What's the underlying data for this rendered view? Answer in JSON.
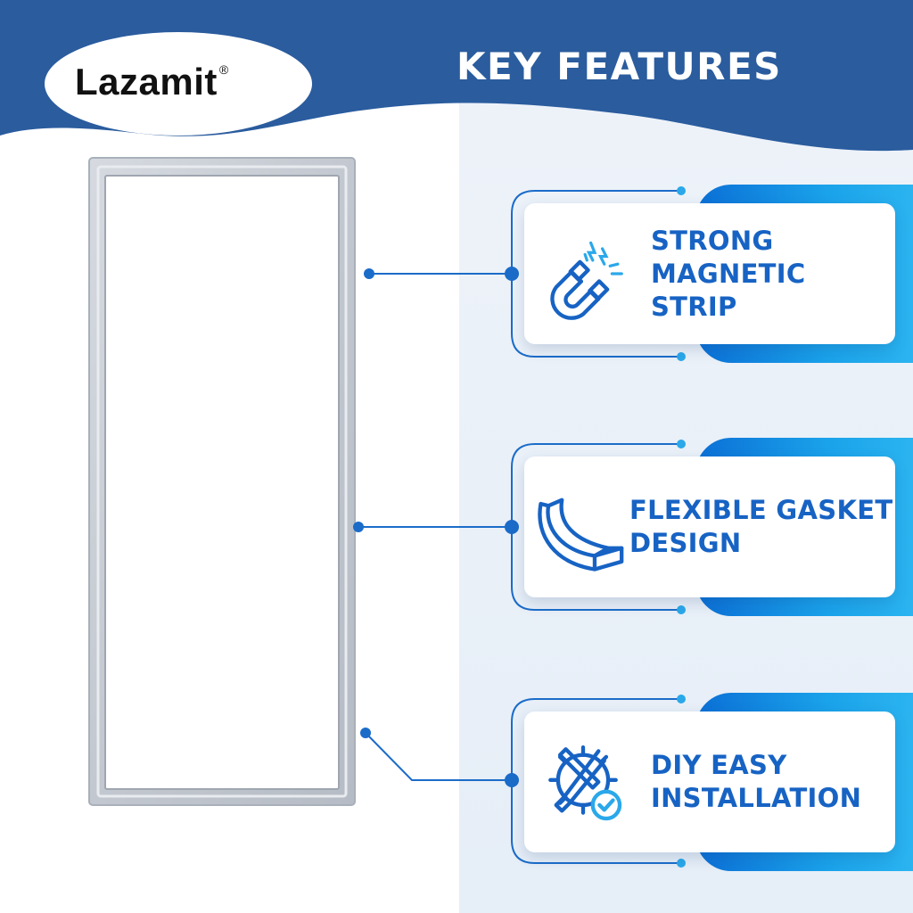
{
  "brand": {
    "name": "Lazamit",
    "mark": "®"
  },
  "header": {
    "title": "KEY FEATURES"
  },
  "features": [
    {
      "label": "STRONG MAGNETIC STRIP",
      "icon": "magnet-icon"
    },
    {
      "label": "FLEXIBLE GASKET DESIGN",
      "icon": "gasket-strip-icon"
    },
    {
      "label": "DIY EASY INSTALLATION",
      "icon": "tools-check-icon"
    }
  ],
  "colors": {
    "header_blue": "#2a5c9e",
    "accent_blue": "#1763c4",
    "tab_gradient_start": "#0b6fd6",
    "tab_gradient_end": "#2bb4f0",
    "gasket_gray": "#c9ced6"
  }
}
